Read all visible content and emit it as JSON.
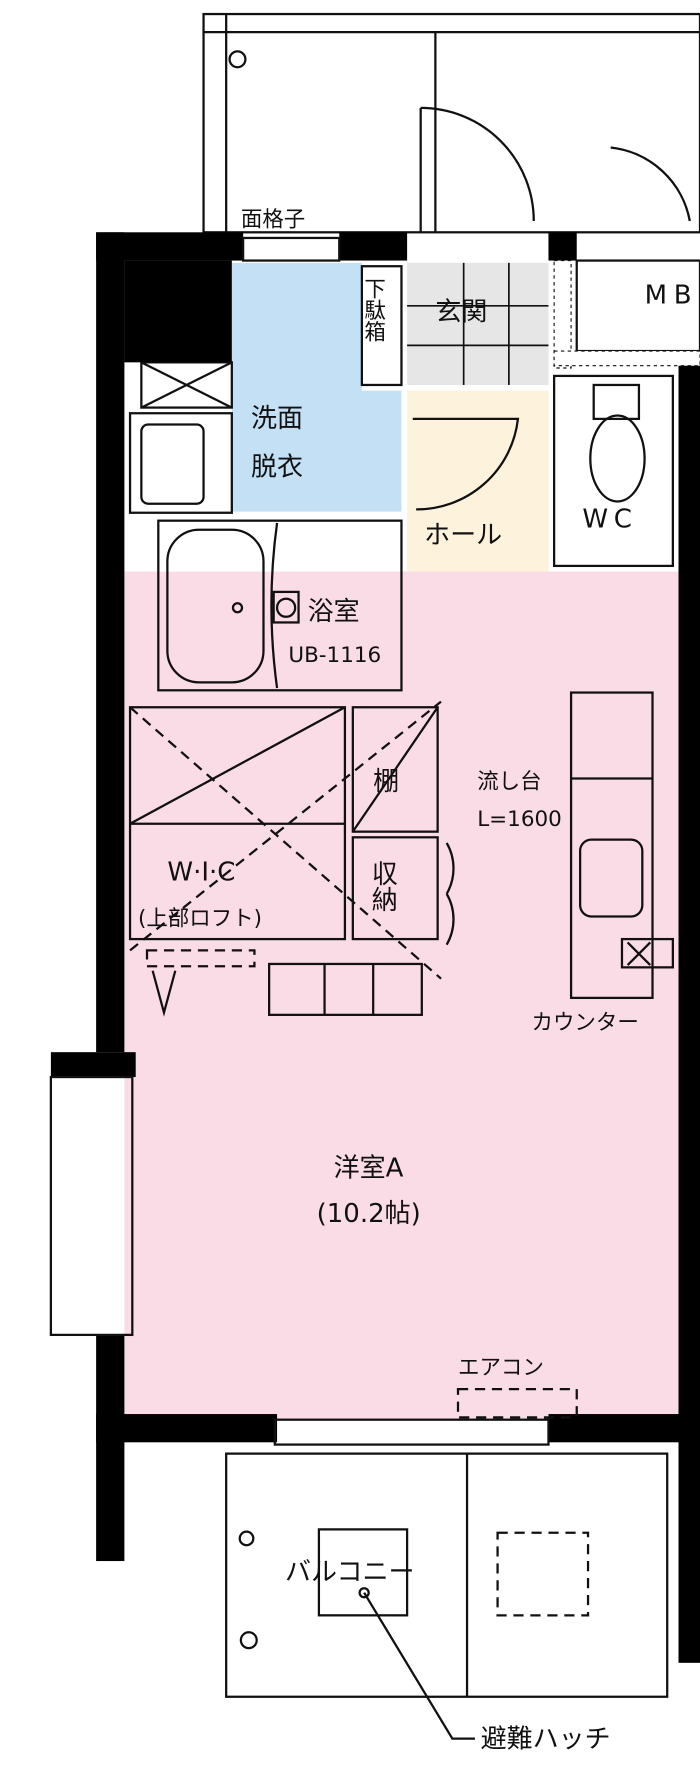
{
  "floorplan": {
    "labels": {
      "window_grille": "面格子",
      "mb": "MB",
      "shoe_box": "下駄箱",
      "entrance": "玄関",
      "washroom_line1": "洗面",
      "washroom_line2": "脱衣",
      "hall": "ホール",
      "wc": "WC",
      "bathroom": "浴室",
      "bath_unit": "UB-1116",
      "shelf": "棚",
      "storage": "収納",
      "wic": "W·I·C",
      "wic_note": "(上部ロフト)",
      "sink": "流し台",
      "sink_length": "L=1600",
      "counter": "カウンター",
      "room_name": "洋室A",
      "room_size": "(10.2帖)",
      "aircon": "エアコン",
      "balcony": "バルコニー",
      "escape_hatch": "避難ハッチ"
    },
    "colors": {
      "wet_area": "#c3e0f5",
      "entrance": "#e6e6e6",
      "hall": "#fdf3dc",
      "room": "#fadce6",
      "closet": "#f5c6a8",
      "wall": "#000000"
    }
  }
}
